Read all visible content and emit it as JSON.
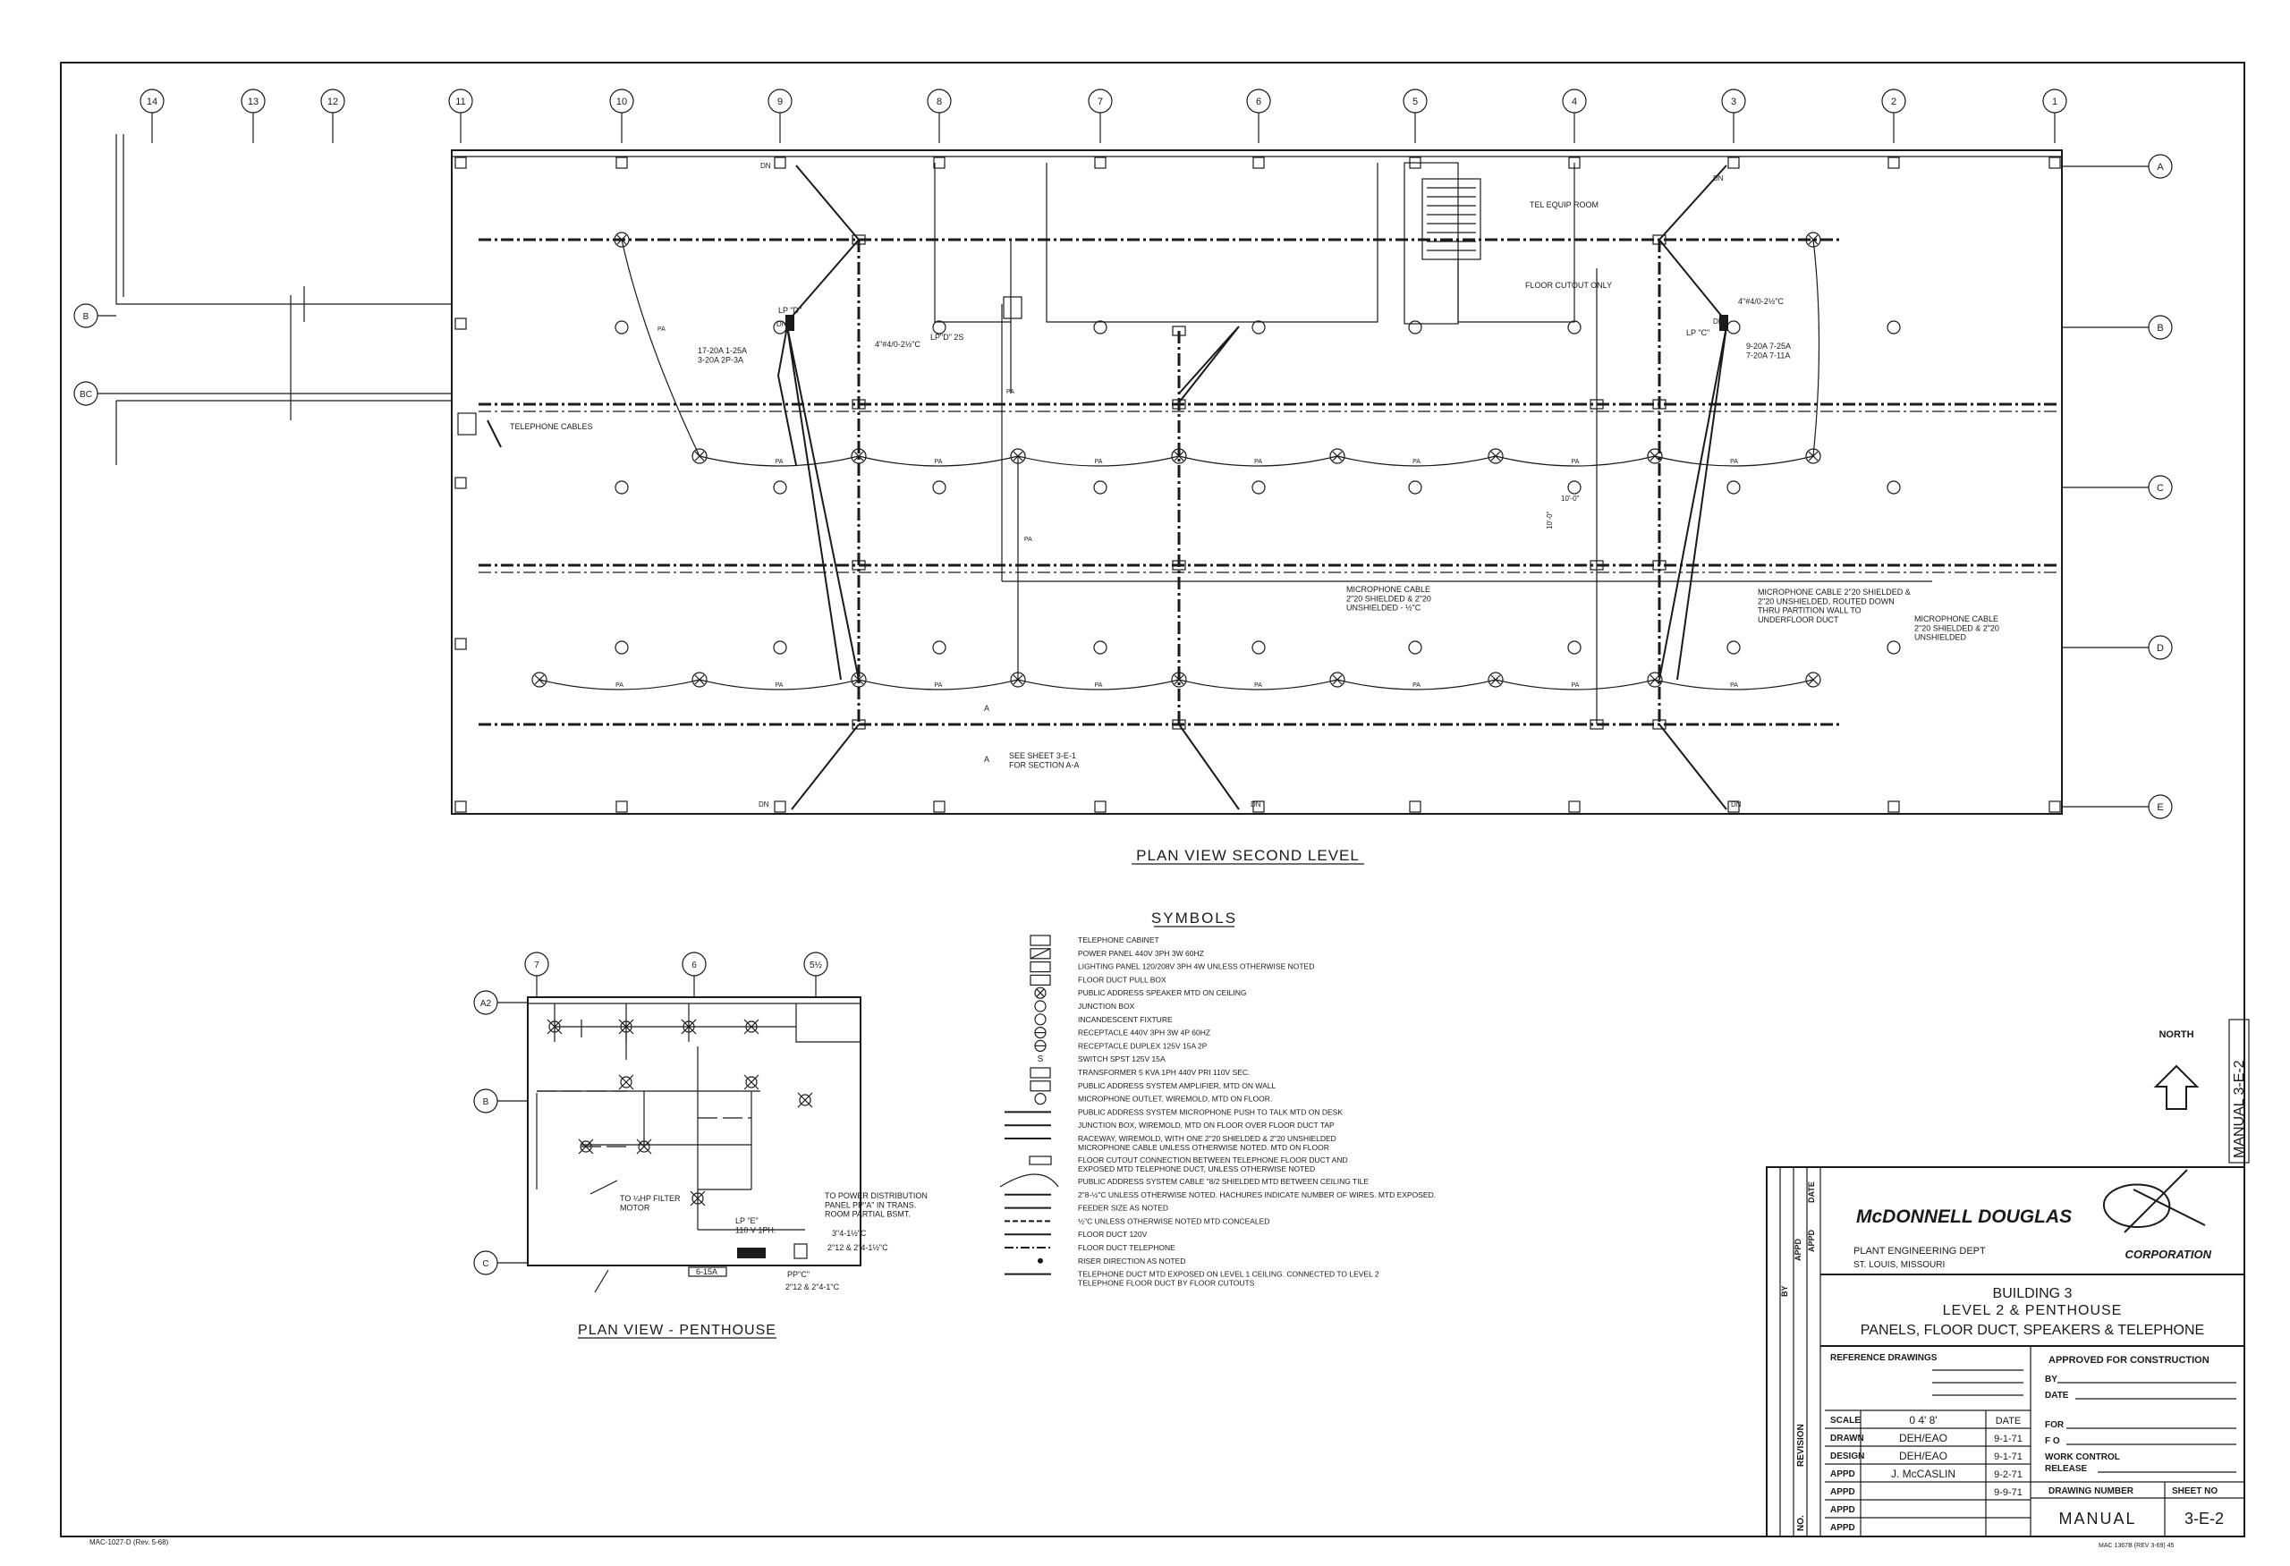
{
  "columns": {
    "main": [
      "14",
      "13",
      "12",
      "11",
      "10",
      "9",
      "8",
      "7",
      "6",
      "5",
      "4",
      "3",
      "2",
      "1"
    ],
    "penthouse": [
      "7",
      "6",
      "5½"
    ]
  },
  "rows": {
    "main": [
      "A",
      "B",
      "C",
      "D",
      "E"
    ],
    "left": [
      "B",
      "BC"
    ],
    "penthouse": [
      "A2",
      "B",
      "C"
    ]
  },
  "titles": {
    "plan_second": "PLAN VIEW SECOND LEVEL",
    "plan_penthouse": "PLAN VIEW - PENTHOUSE",
    "symbols": "SYMBOLS"
  },
  "notes": {
    "tel_equip": "TEL EQUIP ROOM",
    "floor_cutout": "FLOOR CUTOUT ONLY",
    "telephone_cables": "TELEPHONE CABLES",
    "panel_d": "LP \"D\"",
    "panel_d2": "LP\"D\" 2S",
    "panel_c": "LP \"C\"",
    "circuits_left": "17-20A 1-25A\n3-20A 2P-3A",
    "circuits_right": "9-20A 7-25A\n7-20A 7-11A",
    "feeder_left": "4\"#4/0-2½\"C",
    "feeder_right": "4\"#4/0-2½\"C",
    "pa": "PA",
    "dn": "DN",
    "mic_cable_1": "MICROPHONE CABLE\n2\"20 SHIELDED & 2\"20\nUNSHIELDED - ½\"C",
    "mic_cable_2": "MICROPHONE CABLE 2\"20 SHIELDED &\n2\"20 UNSHIELDED, ROUTED DOWN\nTHRU PARTITION WALL TO\nUNDERFLOOR DUCT",
    "mic_cable_3": "MICROPHONE CABLE\n2\"20 SHIELDED & 2\"20\nUNSHIELDED",
    "section_ref": "SEE SHEET 3-E-1\nFOR SECTION A-A",
    "dim_1": "10'-0\"",
    "dim_2": "10'-0\"",
    "motor": "TO ¼HP FILTER\nMOTOR",
    "power_dist": "TO POWER DISTRIBUTION\nPANEL PP\"A\" IN TRANS.\nROOM PARTIAL BSMT.",
    "lp_e": "LP \"E\"\n110 V 1PH.",
    "pent_c1": "3\"4-1½\"C",
    "pent_c2": "2\"12 & 2\"4-1½\"C",
    "pent_pp": "PP\"C\"",
    "pent_c3": "2\"12 & 2\"4-1\"C",
    "pent_breaker": "6-15A",
    "section_a": "A",
    "north": "NORTH",
    "manual_side": "MANUAL 3-E-2",
    "form_no": "MAC-1027-D (Rev. 5-68)",
    "form_no_2": "MAC 1367B (REV 3-69) 45"
  },
  "symbols": [
    {
      "icon": "telephone-cabinet",
      "text": "TELEPHONE CABINET"
    },
    {
      "icon": "power-panel",
      "text": "POWER PANEL 440V 3PH 3W 60HZ"
    },
    {
      "icon": "lighting-panel",
      "text": "LIGHTING PANEL 120/208V 3PH 4W UNLESS OTHERWISE NOTED"
    },
    {
      "icon": "pull-box",
      "text": "FLOOR DUCT PULL BOX"
    },
    {
      "icon": "speaker",
      "text": "PUBLIC ADDRESS SPEAKER MTD ON CEILING"
    },
    {
      "icon": "junction-box",
      "text": "JUNCTION BOX"
    },
    {
      "icon": "incandescent",
      "text": "INCANDESCENT FIXTURE"
    },
    {
      "icon": "receptacle-440",
      "text": "RECEPTACLE 440V 3PH 3W 4P 60HZ"
    },
    {
      "icon": "receptacle-duplex",
      "text": "RECEPTACLE DUPLEX 125V 15A 2P"
    },
    {
      "icon": "switch",
      "text": "SWITCH SPST 125V 15A"
    },
    {
      "icon": "transformer",
      "text": "TRANSFORMER 5 KVA 1PH 440V PRI 110V SEC."
    },
    {
      "icon": "amp",
      "text": "PUBLIC ADDRESS SYSTEM AMPLIFIER, MTD ON WALL"
    },
    {
      "icon": "mic-outlet",
      "text": "MICROPHONE OUTLET, WIREMOLD, MTD ON FLOOR."
    },
    {
      "icon": "mic-push",
      "text": "PUBLIC ADDRESS SYSTEM MICROPHONE PUSH TO TALK MTD ON DESK"
    },
    {
      "icon": "jbox-wiremold",
      "text": "JUNCTION BOX, WIREMOLD, MTD ON FLOOR OVER FLOOR DUCT TAP"
    },
    {
      "icon": "raceway",
      "text": "RACEWAY, WIREMOLD, WITH ONE 2\"20 SHIELDED & 2\"20 UNSHIELDED\nMICROPHONE CABLE UNLESS OTHERWISE NOTED. MTD ON FLOOR"
    },
    {
      "icon": "floor-cutout",
      "text": "FLOOR CUTOUT CONNECTION BETWEEN TELEPHONE FLOOR DUCT AND\nEXPOSED MTD TELEPHONE DUCT, UNLESS OTHERWISE NOTED"
    },
    {
      "icon": "pa-cable",
      "text": "PUBLIC ADDRESS SYSTEM CABLE \"8/2 SHIELDED MTD BETWEEN CEILING TILE"
    },
    {
      "icon": "conduit-hatch",
      "text": "2\"8-½\"C UNLESS OTHERWISE NOTED. HACHURES INDICATE NUMBER OF WIRES. MTD EXPOSED."
    },
    {
      "icon": "feeder",
      "text": "FEEDER SIZE AS NOTED"
    },
    {
      "icon": "conduit-concealed",
      "text": "½\"C UNLESS OTHERWISE NOTED MTD CONCEALED"
    },
    {
      "icon": "floor-duct-120",
      "text": "FLOOR DUCT 120V"
    },
    {
      "icon": "floor-duct-tel",
      "text": "FLOOR DUCT TELEPHONE"
    },
    {
      "icon": "riser",
      "text": "RISER DIRECTION AS NOTED"
    },
    {
      "icon": "tel-duct",
      "text": "TELEPHONE DUCT MTD EXPOSED ON LEVEL 1 CEILING. CONNECTED TO LEVEL 2\nTELEPHONE FLOOR DUCT BY FLOOR CUTOUTS"
    }
  ],
  "title_block": {
    "side_labels": [
      "BY",
      "APPD",
      "APPD",
      "DATE"
    ],
    "company": "McDONNELL DOUGLAS",
    "corporation": "CORPORATION",
    "dept": "PLANT ENGINEERING DEPT",
    "city": "ST. LOUIS, MISSOURI",
    "title_1": "BUILDING 3",
    "title_2": "LEVEL 2 & PENTHOUSE",
    "title_3": "PANELS, FLOOR DUCT, SPEAKERS & TELEPHONE",
    "reference_drawings": "REFERENCE DRAWINGS",
    "approved": "APPROVED FOR CONSTRUCTION",
    "by": "BY",
    "date": "DATE",
    "revision": "REVISION",
    "rows": [
      {
        "label": "SCALE",
        "value": "0   4'   8'",
        "date": "DATE"
      },
      {
        "label": "DRAWN",
        "value": "DEH/EAO",
        "date": "9-1-71"
      },
      {
        "label": "DESIGN",
        "value": "DEH/EAO",
        "date": "9-1-71"
      },
      {
        "label": "APPD",
        "value": "J. McCASLIN",
        "date": "9-2-71"
      },
      {
        "label": "APPD",
        "value": "",
        "date": "9-9-71"
      },
      {
        "label": "APPD",
        "value": "",
        "date": ""
      },
      {
        "label": "APPD",
        "value": "",
        "date": ""
      }
    ],
    "for": "FOR",
    "fo": "F O",
    "wcr_1": "WORK CONTROL",
    "wcr_2": "RELEASE",
    "drawing_number_label": "DRAWING NUMBER",
    "sheet_no_label": "SHEET NO",
    "drawing_number": "MANUAL",
    "sheet_no": "3-E-2",
    "no": "NO."
  }
}
